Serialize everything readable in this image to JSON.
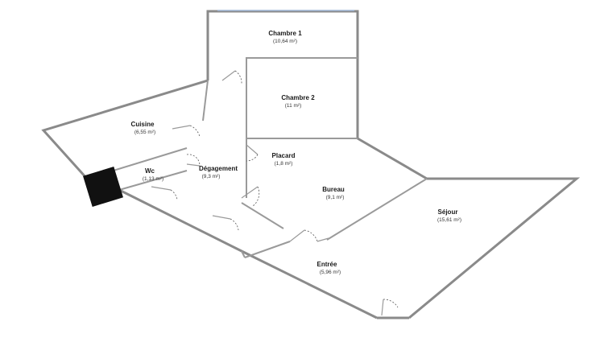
{
  "rooms": [
    {
      "id": "chambre-1",
      "name": "Chambre 1",
      "area": "(10,64 m²)"
    },
    {
      "id": "chambre-2",
      "name": "Chambre 2",
      "area": "(11 m²)"
    },
    {
      "id": "cuisine",
      "name": "Cuisine",
      "area": "(6,55 m²)"
    },
    {
      "id": "placard",
      "name": "Placard",
      "area": "(1,8 m²)"
    },
    {
      "id": "wc",
      "name": "Wc",
      "area": "(1,13 m²)"
    },
    {
      "id": "degagement",
      "name": "Dégagement",
      "area": "(9,3 m²)"
    },
    {
      "id": "bureau",
      "name": "Bureau",
      "area": "(9,1 m²)"
    },
    {
      "id": "sejour",
      "name": "Séjour",
      "area": "(15,61 m²)"
    },
    {
      "id": "entree",
      "name": "Entrée",
      "area": "(5,96 m²)"
    }
  ],
  "colors": {
    "wall": "#8a8a8a",
    "window": "#9fb6d6",
    "fixture": "#111111",
    "background": "#ffffff"
  }
}
